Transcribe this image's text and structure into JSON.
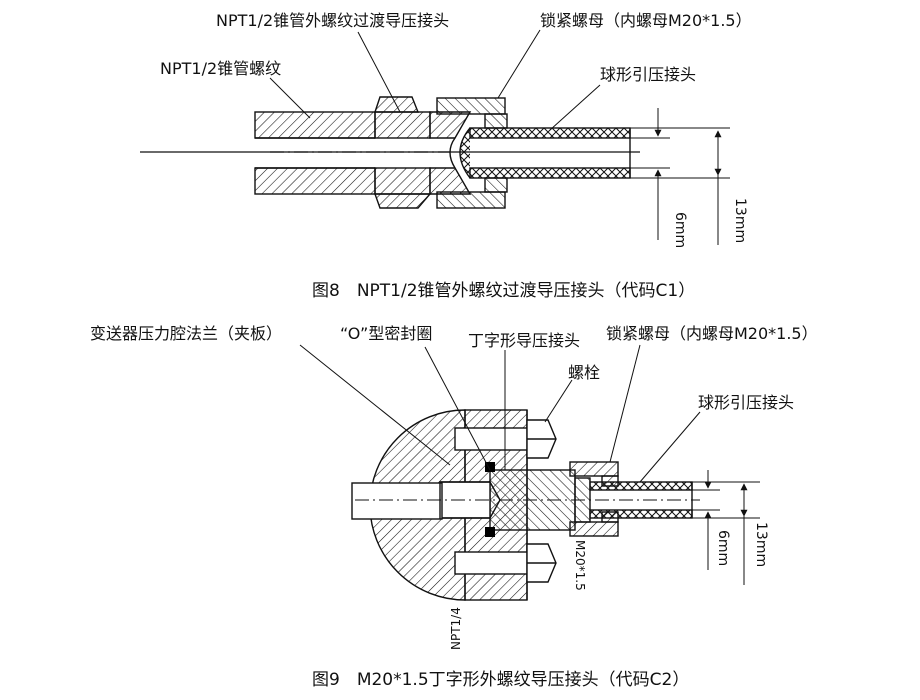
{
  "figure8": {
    "labels": {
      "adapter": "NPT1/2锥管外螺纹过渡导压接头",
      "lock_nut": "锁紧螺母（内螺母M20*1.5）",
      "thread": "NPT1/2锥管螺纹",
      "ball_fitting": "球形引压接头"
    },
    "dims": {
      "inner": "6mm",
      "outer": "13mm"
    },
    "caption": "图8　NPT1/2锥管外螺纹过渡导压接头（代码C1）"
  },
  "figure9": {
    "labels": {
      "flange": "变送器压力腔法兰（夹板）",
      "oring": "“O”型密封圈",
      "t_fitting": "丁字形导压接头",
      "lock_nut": "锁紧螺母（内螺母M20*1.5）",
      "bolt": "螺栓",
      "ball_fitting": "球形引压接头"
    },
    "thread_labels": {
      "npt": "NPT1/4",
      "m20": "M20*1.5"
    },
    "dims": {
      "inner": "6mm",
      "outer": "13mm"
    },
    "caption": "图9　M20*1.5丁字形外螺纹导压接头（代码C2）"
  },
  "colors": {
    "line": "#111111",
    "background": "#ffffff",
    "oring": "#000000"
  }
}
